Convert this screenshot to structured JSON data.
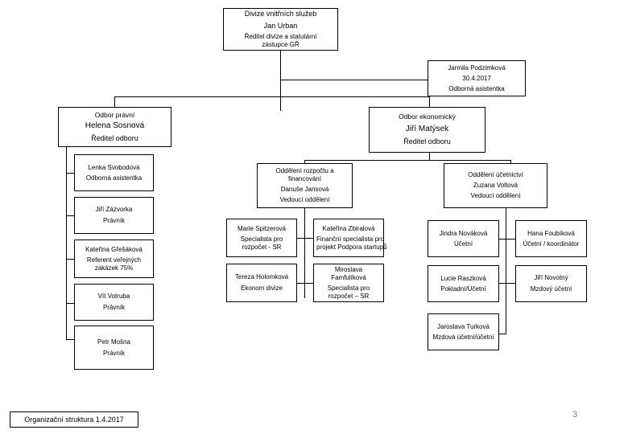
{
  "document": {
    "footer_label": "Organizační struktura 1.4.2017",
    "page_number": "3"
  },
  "chart_type": "org-chart",
  "nodes": {
    "division": {
      "unit": "Divize vnitřních služeb",
      "person": "Jan Urban",
      "role_line1": "Ředitel divize a statutární",
      "role_line2": "zástupce GŘ"
    },
    "assistant": {
      "person": "Jarmila Podzimková",
      "date": "30.4.2017",
      "role": "Odborná asistentka"
    },
    "legal_dept": {
      "unit": "Odbor právní",
      "person": "Helena Sosnová",
      "role": "Ředitel odboru"
    },
    "econ_dept": {
      "unit": "Odbor ekonomický",
      "person": "Jiří Matýsek",
      "role": "Ředitel odboru"
    },
    "budget_unit": {
      "unit_line1": "Oddělení rozpočtu a",
      "unit_line2": "financování",
      "person": "Danuše Jansová",
      "role": "Vedoucí oddělení"
    },
    "accounting_unit": {
      "unit": "Oddělení účetnictví",
      "person": "Zuzana Voltová",
      "role": "Vedoucí oddělení"
    }
  },
  "legal_staff": [
    {
      "person": "Lenka Svobodová",
      "role": "Odborná asistentka"
    },
    {
      "person": "Jiří Zázvorka",
      "role": "Právník"
    },
    {
      "person": "Kateřina Gřešáková",
      "role_line1": "Referent veřejných",
      "role_line2": "zakázek 75%"
    },
    {
      "person": "Vít Votruba",
      "role": "Právník"
    },
    {
      "person": "Petr Mošna",
      "role": "Právník"
    }
  ],
  "budget_staff": [
    {
      "person": "Marie Spitzerová",
      "role_line1": "Specialista pro",
      "role_line2": "rozpočet - SR"
    },
    {
      "person": "Kateřina Zbiralová",
      "role_line1": "Finanční specialista pro",
      "role_line2": "projekt Podpora startupů"
    },
    {
      "person": "Tereza Holomková",
      "role": "Ekonom divize"
    },
    {
      "person_line1": "Miroslava",
      "person_line2": "Famfulíková",
      "role_line1": "Specialista pro",
      "role_line2": "rozpočet – SR"
    }
  ],
  "accounting_staff": [
    {
      "person": "Jindra Nováková",
      "role": "Účetní"
    },
    {
      "person": "Hana Foubíková",
      "role": "Účetní / koordinátor"
    },
    {
      "person": "Lucie Raszková",
      "role": "Pokladní/Účetní"
    },
    {
      "person": "Jiří Novotný",
      "role": "Mzdový účetní"
    },
    {
      "person": "Jaroslava Turková",
      "role": "Mzdová účetní/účetní"
    }
  ]
}
